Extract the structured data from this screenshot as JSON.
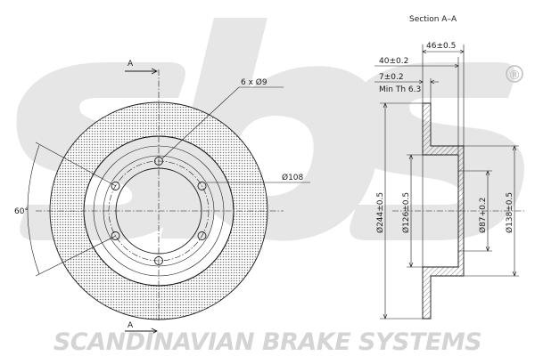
{
  "section_title": "Section A–A",
  "section_marks": {
    "top": "A",
    "bottom": "A"
  },
  "front_view": {
    "bolt_callout": "6 x Ø9",
    "pcd_callout": "Ø108",
    "angle": "60°"
  },
  "side_view": {
    "width_46": "46±0.5",
    "width_40": "40±0.2",
    "width_7": "7±0.2",
    "min_thickness": "Min Th 6.3",
    "dia_244": "Ø244±0.5",
    "dia_126": "Ø126±0.5",
    "dia_87": "Ø87+0.2",
    "dia_138": "Ø138±0.5"
  },
  "footer": "SCANDINAVIAN BRAKE SYSTEMS",
  "registered_mark": "®",
  "colors": {
    "ink": "#1a1a1a",
    "watermark": "#e4e4e4",
    "disc_hatch": "#888888"
  }
}
